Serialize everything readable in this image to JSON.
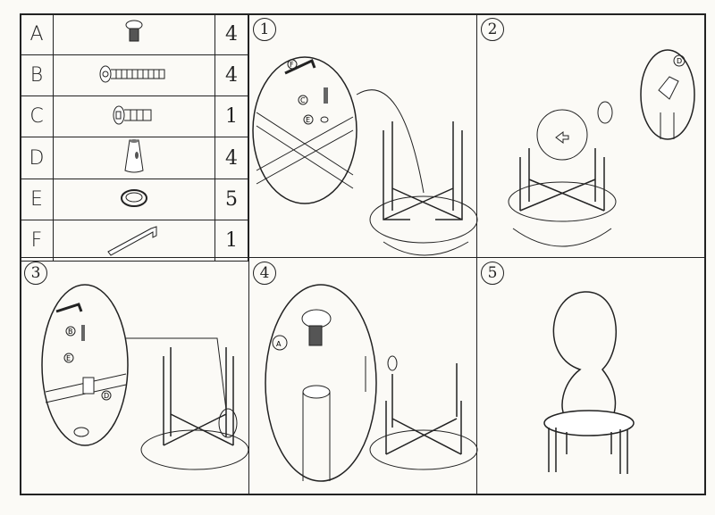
{
  "parts": [
    {
      "letter": "A",
      "icon": "cap-bolt-icon",
      "qty": "4"
    },
    {
      "letter": "B",
      "icon": "long-bolt-icon",
      "qty": "4"
    },
    {
      "letter": "C",
      "icon": "short-bolt-icon",
      "qty": "1"
    },
    {
      "letter": "D",
      "icon": "barrel-nut-icon",
      "qty": "4"
    },
    {
      "letter": "E",
      "icon": "washer-icon",
      "qty": "5"
    },
    {
      "letter": "F",
      "icon": "allen-key-icon",
      "qty": "1"
    }
  ],
  "steps": [
    {
      "number": "1",
      "labels": [
        "F",
        "C",
        "E"
      ]
    },
    {
      "number": "2",
      "labels": [
        "D"
      ]
    },
    {
      "number": "3",
      "labels": [
        "B",
        "E",
        "D"
      ]
    },
    {
      "number": "4",
      "labels": [
        "A"
      ]
    },
    {
      "number": "5",
      "labels": []
    }
  ]
}
